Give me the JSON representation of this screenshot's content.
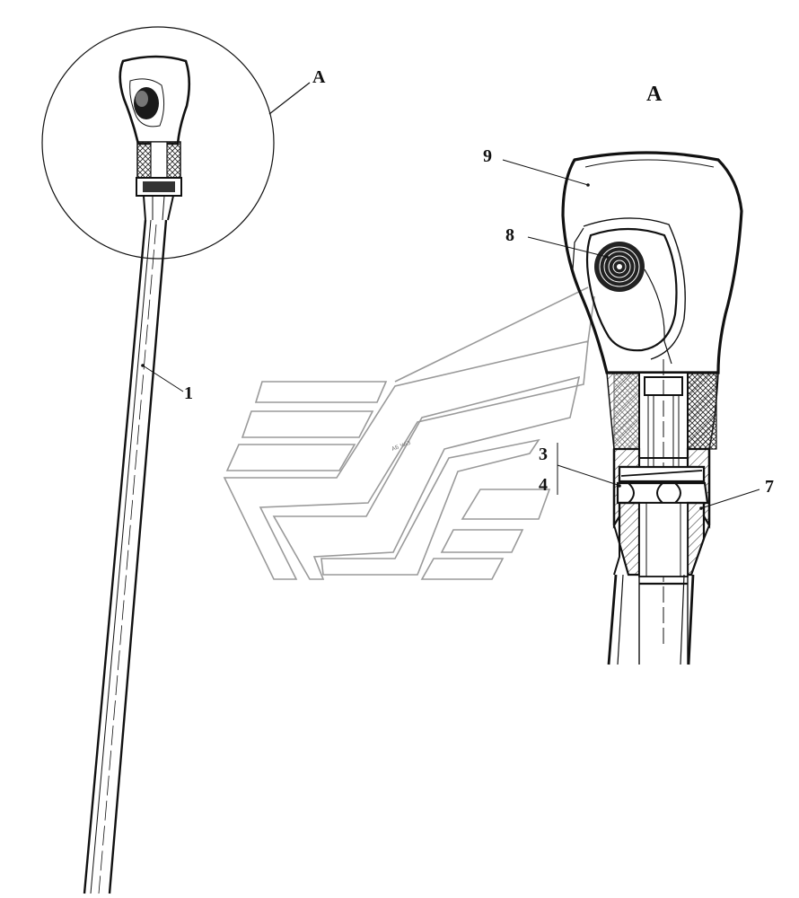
{
  "detail_view": {
    "marker": "A",
    "title": "A"
  },
  "callouts": {
    "rod": "1",
    "nut_a": "3",
    "washer_b": "4",
    "sleeve": "7",
    "ring": "8",
    "handle": "9"
  },
  "watermark": {
    "caption": "АБ ЧАЗ"
  }
}
